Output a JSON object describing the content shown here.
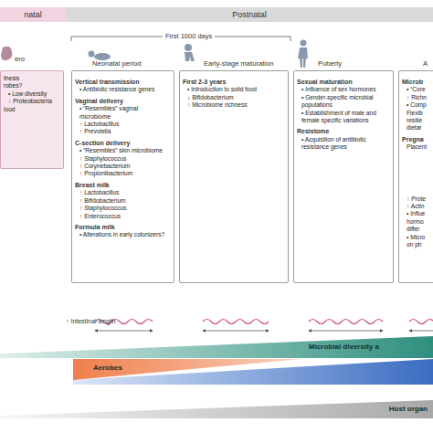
{
  "diagram": {
    "nodes": [
      {
        "text": [
          "natal"
        ]
      },
      {
        "text": [
          "Postnatal"
        ]
      },
      {
        "text": [
          "ero",
          "thesis",
          "robes?",
          "• Low diversity",
          "↑ Proteobacteria",
          "lood"
        ]
      },
      {
        "text": [
          "Neonatal period",
          "Vertical transmission",
          "• Antibiotic resistance genes",
          "Vaginal delivery",
          "• “Resembles” vaginal microbiome",
          "↑ Lactobacillus",
          "↑ Prevotella",
          "C-section delivery",
          "• “Resembles” skin microbiome",
          "↑ Staphylococcus",
          "↑ Corynebacterium",
          "↑ Propionibacterium",
          "Breast milk",
          "↑ Lactobacillus",
          "↑ Bifidobacterium",
          "↑ Staphylococcus",
          "↑ Enterococcus",
          "Formula milk",
          "• Alterations in early colonizers?"
        ]
      },
      {
        "text": [
          "Early-stage maturation",
          "First 2-3 years",
          "• Introduction to solid food",
          "↓ Bifidobacterium",
          "↑ Microbiome richness"
        ]
      },
      {
        "text": [
          "Puberty",
          "Sexual maturation",
          "• Influence of sex hormones",
          "• Gender-specific microbial populations",
          "• Establishment of male and female specific variations",
          "Resistome",
          "• Acquisition of antibiotic resistance genes"
        ]
      },
      {
        "text": [
          "A",
          "Microb",
          "• “Core",
          "↑ Richn",
          "• Comp",
          "Flexib",
          "resilie",
          "dietar",
          "Pregna",
          "Placent",
          "↑ Prote",
          "↑ Actin",
          "• Influe",
          "hormo",
          "differ",
          "• Micro",
          "on ph"
        ]
      },
      {
        "text": [
          "Microbial diversity a"
        ]
      },
      {
        "text": [
          "Aerobes"
        ]
      },
      {
        "text": [
          "Host organ"
        ]
      }
    ],
    "labels": [
      "First 1000 days",
      "↑ Intestinal length"
    ]
  }
}
